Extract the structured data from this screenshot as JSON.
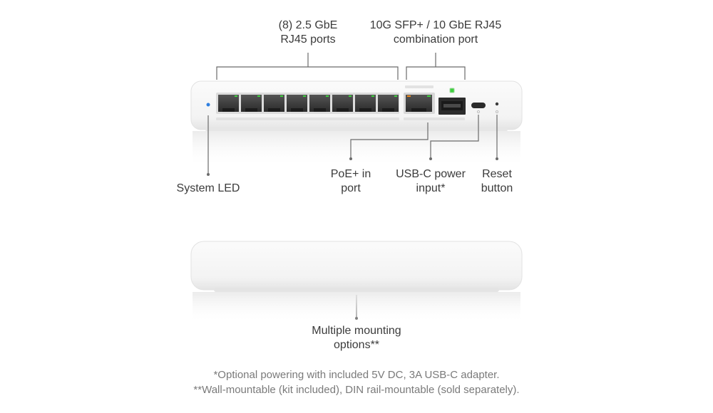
{
  "labels": {
    "ports_line1": "(8) 2.5 GbE",
    "ports_line2": "RJ45 ports",
    "combo_line1": "10G SFP+ / 10 GbE RJ45",
    "combo_line2": "combination port",
    "system_led": "System LED",
    "poe_line1": "PoE+ in",
    "poe_line2": "port",
    "usbc_line1": "USB-C power",
    "usbc_line2": "input*",
    "reset_line1": "Reset",
    "reset_line2": "button",
    "mount_line1": "Multiple mounting",
    "mount_line2": "options**"
  },
  "footnotes": {
    "note1": "*Optional powering with included 5V DC, 3A USB-C adapter.",
    "note2": "**Wall-mountable (kit included), DIN rail-mountable (sold separately)."
  },
  "colors": {
    "led_blue": "#2f7fe0",
    "port_green": "#3ecf3e",
    "port_orange": "#f08a1c",
    "callout_line": "#6b6b6b"
  }
}
